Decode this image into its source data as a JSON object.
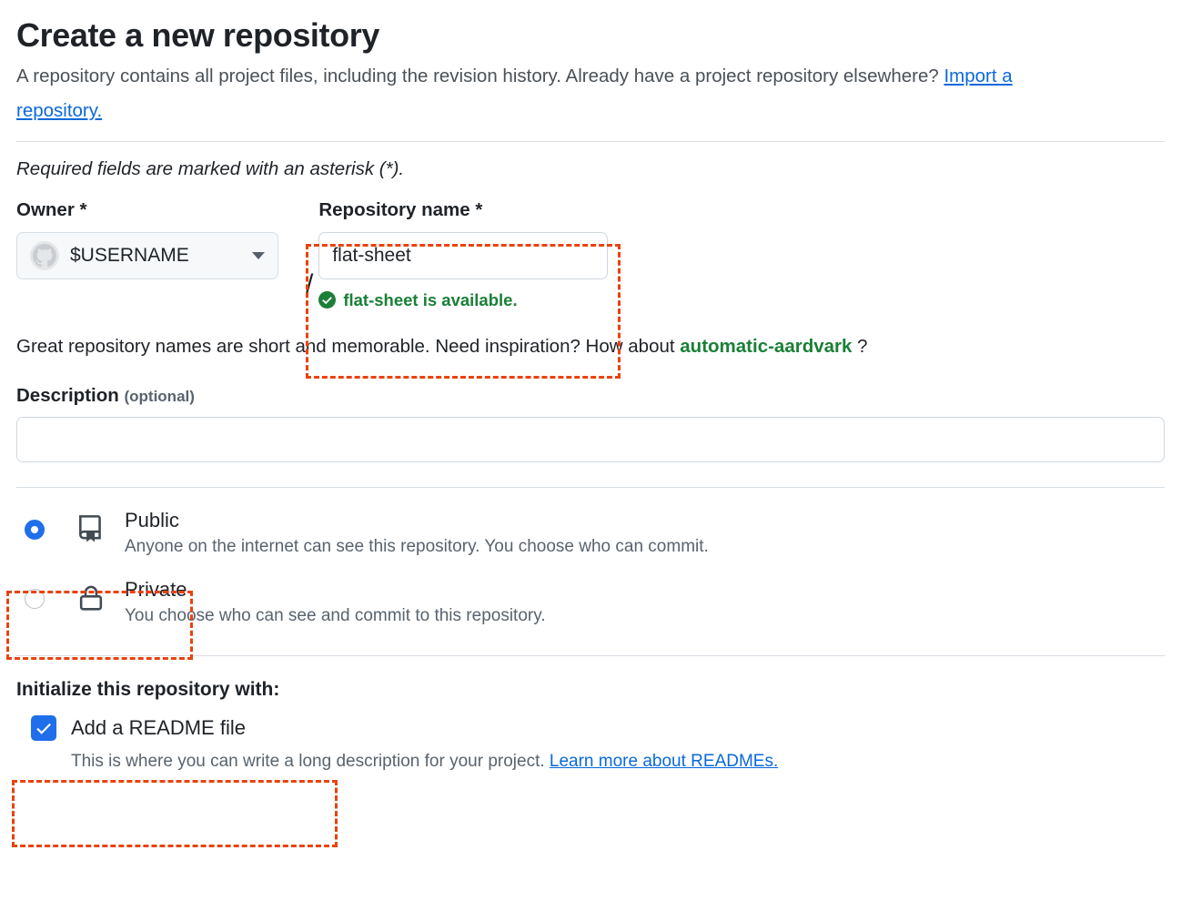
{
  "header": {
    "title": "Create a new repository",
    "intro_part1": "A repository contains all project files, including the revision history. Already have a project repository elsewhere? ",
    "import_link": "Import a repository.",
    "required_note": "Required fields are marked with an asterisk (*)."
  },
  "owner": {
    "label": "Owner *",
    "username": "$USERNAME",
    "avatar_icon": "github-octocat-icon",
    "caret_icon": "chevron-down-icon",
    "separator": "/"
  },
  "repo_name": {
    "label": "Repository name *",
    "value": "flat-sheet",
    "placeholder": "",
    "availability_icon": "check-circle-fill-icon",
    "availability_text": "flat-sheet is available."
  },
  "inspiration": {
    "prefix": "Great repository names are short and memorable. Need inspiration? How about ",
    "suggestion": "automatic-aardvark",
    "suffix": " ?"
  },
  "description": {
    "label": "Description",
    "optional": "(optional)",
    "value": "",
    "placeholder": ""
  },
  "visibility": {
    "options": [
      {
        "name": "Public",
        "description": "Anyone on the internet can see this repository. You choose who can commit.",
        "icon": "book-icon",
        "selected": true
      },
      {
        "name": "Private",
        "description": "You choose who can see and commit to this repository.",
        "icon": "lock-icon",
        "selected": false
      }
    ]
  },
  "initialize": {
    "title": "Initialize this repository with:",
    "readme_label": "Add a README file",
    "readme_checked": true,
    "readme_description_prefix": "This is where you can write a long description for your project. ",
    "readme_link": "Learn more about READMEs."
  },
  "colors": {
    "accent_blue": "#1f6feb",
    "link_blue": "#0969da",
    "success_green": "#1a7f37",
    "annotation_orange": "#e8430f",
    "border_gray": "#d0d7de",
    "muted_text": "#59636e"
  }
}
